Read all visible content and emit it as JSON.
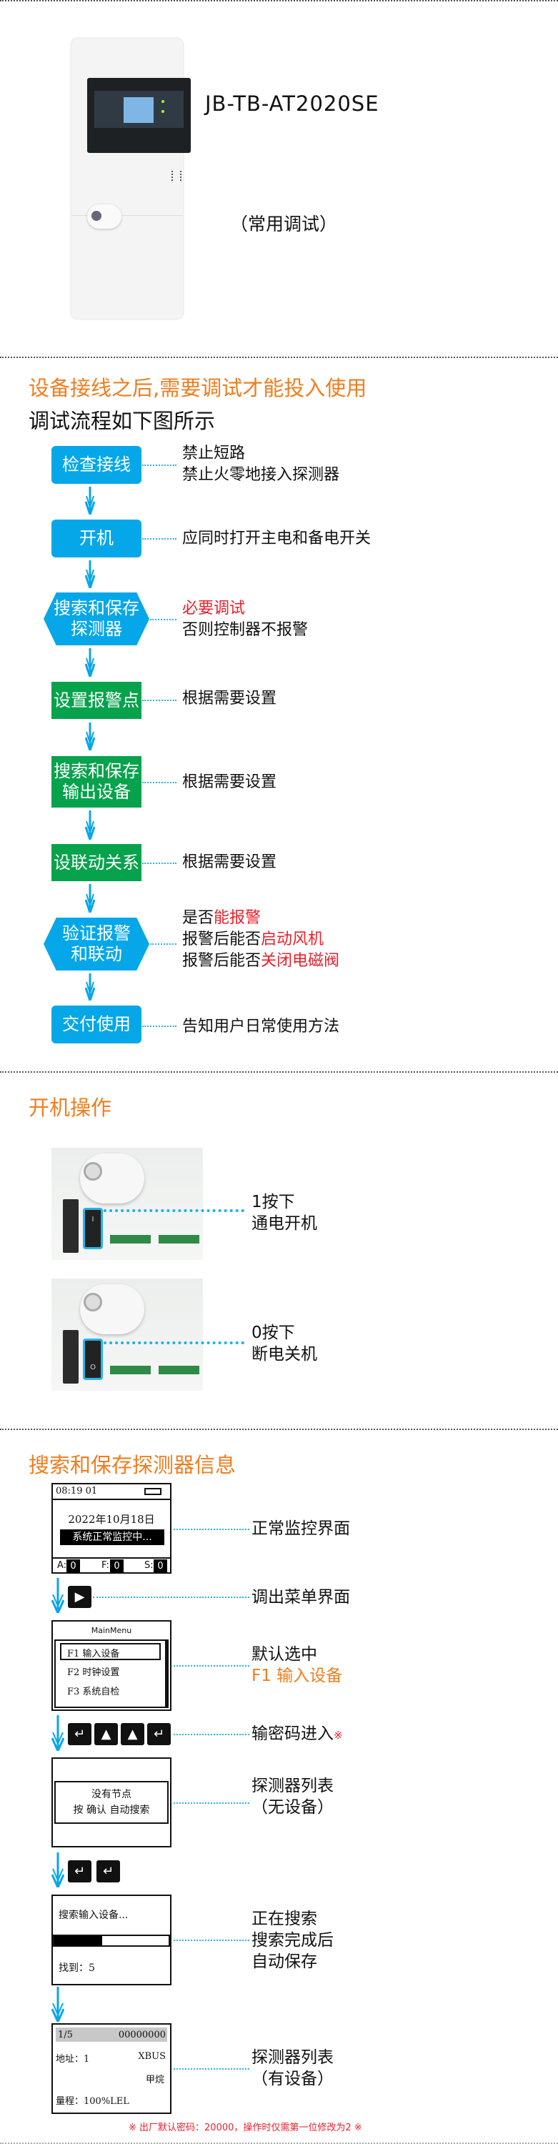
{
  "product": {
    "model": "JB-TB-AT2020SE",
    "caption": "（常用调试）"
  },
  "flow_section": {
    "title": "设备接线之后,需要调试才能投入使用",
    "subtitle": "调试流程如下图所示",
    "steps": [
      {
        "label": "检查接线",
        "desc": [
          "禁止短路",
          "禁止火零地接入探测器"
        ]
      },
      {
        "label": "开机",
        "desc": [
          "应同时打开主电和备电开关"
        ]
      },
      {
        "label": [
          "搜索和保存",
          "探测器"
        ],
        "desc_red": "必要调试",
        "desc": [
          "否则控制器不报警"
        ]
      },
      {
        "label": "设置报警点",
        "desc": [
          "根据需要设置"
        ]
      },
      {
        "label": [
          "搜索和保存",
          "输出设备"
        ],
        "desc": [
          "根据需要设置"
        ]
      },
      {
        "label": "设联动关系",
        "desc": [
          "根据需要设置"
        ]
      },
      {
        "label": [
          "验证报警",
          "和联动"
        ],
        "desc": [
          {
            "a": "是否",
            "b": "能报警"
          },
          {
            "a": "报警后能否",
            "b": "启动风机"
          },
          {
            "a": "报警后能否",
            "b": "关闭电磁阀"
          }
        ]
      },
      {
        "label": "交付使用",
        "desc": [
          "告知用户日常使用方法"
        ]
      }
    ]
  },
  "power_section": {
    "title": "开机操作",
    "on": [
      "1按下",
      "通电开机"
    ],
    "off": [
      "0按下",
      "断电关机"
    ],
    "switch_on_glyph": "I",
    "switch_off_glyph": "O"
  },
  "search_section": {
    "title": "搜索和保存探测器信息",
    "screen1": {
      "time": "08:19  01",
      "date": "2022年10月18日",
      "status": "系统正常监控中...",
      "a": "A:",
      "a_val": "0",
      "f": "F:",
      "f_val": "0",
      "s": "S:",
      "s_val": "0",
      "label": "正常监控界面"
    },
    "step2": {
      "label": "调出菜单界面"
    },
    "screen2": {
      "title": "MainMenu",
      "items": [
        "F1 输入设备",
        "F2 时钟设置",
        "F3 系统自检"
      ],
      "label1": "默认选中",
      "label2": "F1 输入设备"
    },
    "step3": {
      "label": "输密码进入",
      "mark": "※"
    },
    "screen3": {
      "line1": "没有节点",
      "line2": "按 确认 自动搜索",
      "label": [
        "探测器列表",
        "（无设备）"
      ]
    },
    "screen4": {
      "text": "搜索输入设备...",
      "progress": 0.42,
      "found": "找到：5",
      "label": [
        "正在搜索",
        "搜索完成后",
        "自动保存"
      ]
    },
    "screen5": {
      "page": "1/5",
      "code": "00000000",
      "addr": "地址：1",
      "bus": "XBUS",
      "gas": "甲烷",
      "range": "量程：100%LEL",
      "label": [
        "探测器列表",
        "（有设备）"
      ]
    },
    "footnote": "※ 出厂默认密码：20000，操作时仅需第一位修改为2 ※"
  },
  "colors": {
    "orange": "#f07d1e",
    "blue": "#06a7e9",
    "green": "#07a24c",
    "red": "#e8202a"
  }
}
